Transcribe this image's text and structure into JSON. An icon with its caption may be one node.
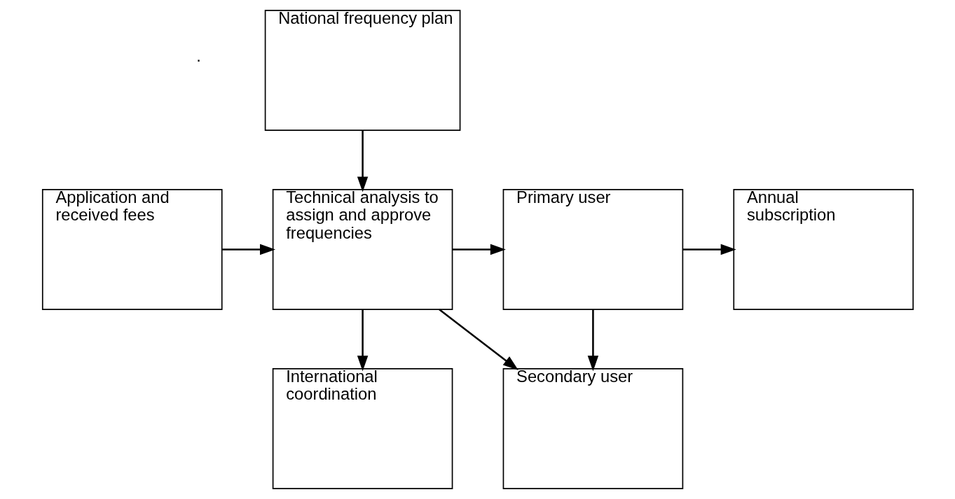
{
  "diagram": {
    "nodes": [
      {
        "text": [
          "National frequency plan"
        ]
      },
      {
        "text": [
          "Application and received fees"
        ]
      },
      {
        "text": [
          "Technical analysis to assign and approve frequencies"
        ]
      },
      {
        "text": [
          "Primary user"
        ]
      },
      {
        "text": [
          "Annual subscription"
        ]
      },
      {
        "text": [
          "International coordination"
        ]
      },
      {
        "text": [
          "Secondary user"
        ]
      }
    ],
    "edges": [
      {
        "from": 0,
        "to": 2,
        "arrow": "to"
      },
      {
        "from": 1,
        "to": 2,
        "arrow": "to"
      },
      {
        "from": 2,
        "to": 3,
        "arrow": "to"
      },
      {
        "from": 3,
        "to": 4,
        "arrow": "to"
      },
      {
        "from": 2,
        "to": 5,
        "arrow": "to"
      },
      {
        "from": 2,
        "to": 6,
        "arrow": "to"
      },
      {
        "from": 3,
        "to": 6,
        "arrow": "to"
      }
    ],
    "labels": [
      "."
    ]
  }
}
